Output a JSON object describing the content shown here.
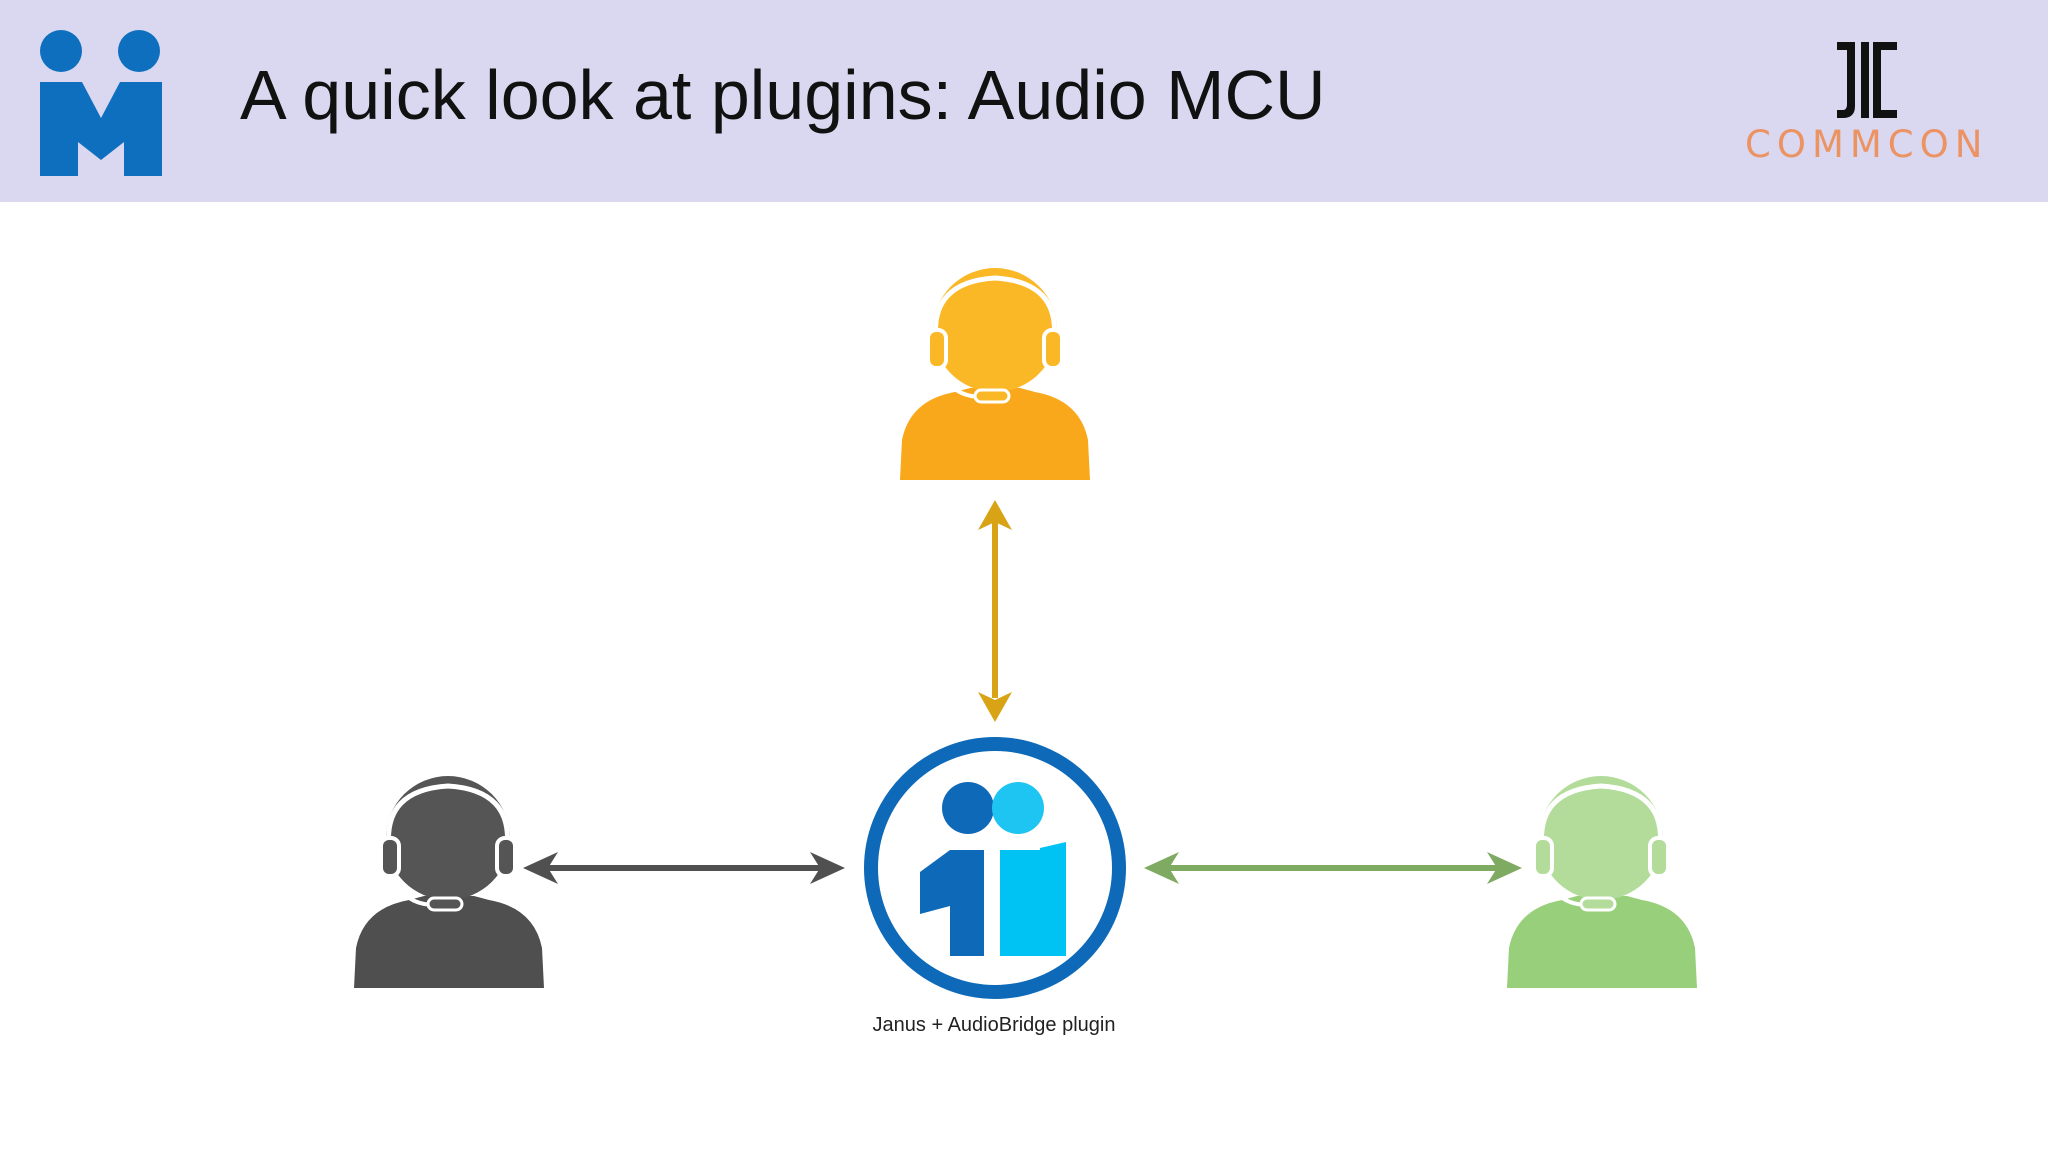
{
  "slide": {
    "title": "A quick look at plugins: Audio MCU",
    "header_background": "#d9d8f0"
  },
  "logos": {
    "left_icon": "meetecho-logo",
    "right_icon": "commcon-logo",
    "commcon_text": "COMMCON",
    "commcon_color": "#ec9364"
  },
  "diagram": {
    "server": {
      "icon": "janus-logo-icon",
      "label": "Janus + AudioBridge plugin",
      "ring_color": "#0e6ab8"
    },
    "participants": [
      {
        "name": "participant-top",
        "icon": "headset-user-icon",
        "color": "#f9a81b",
        "link_color": "#d9a316"
      },
      {
        "name": "participant-left",
        "icon": "headset-user-icon",
        "color": "#4f4f4f",
        "link_color": "#505050"
      },
      {
        "name": "participant-right",
        "icon": "headset-user-icon",
        "color": "#98cf7a",
        "link_color": "#7faa62"
      }
    ]
  }
}
